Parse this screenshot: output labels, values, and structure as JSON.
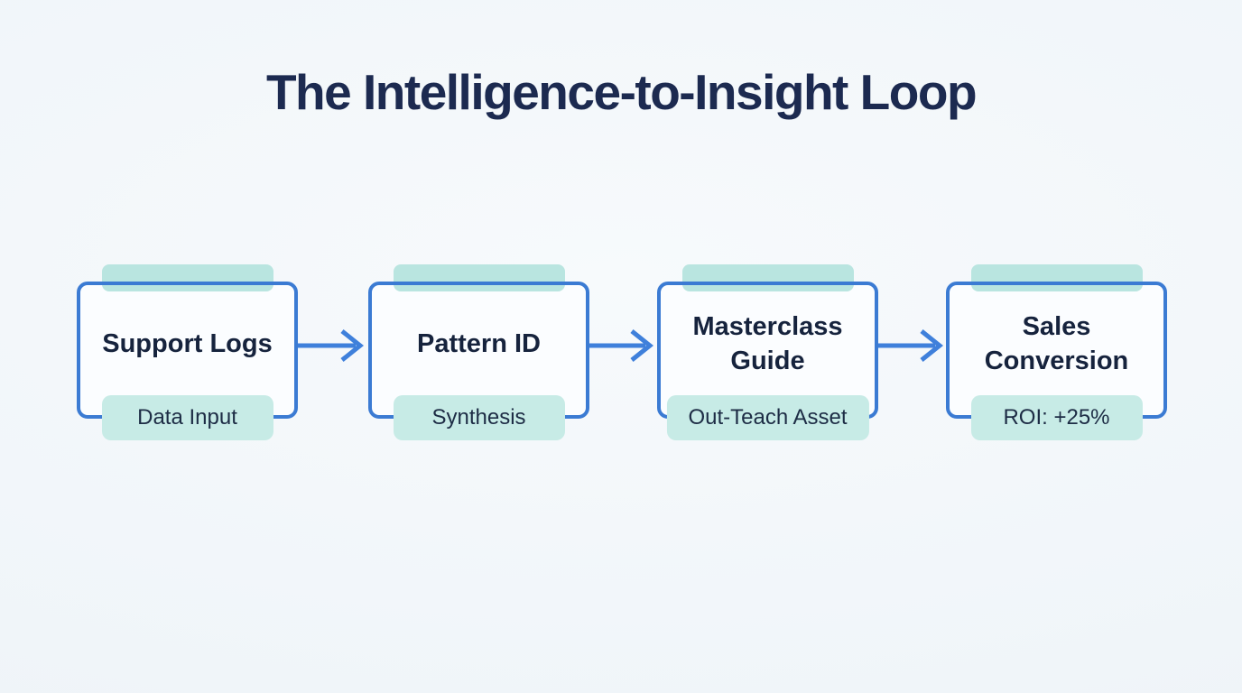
{
  "title": "The Intelligence-to-Insight Loop",
  "flow": {
    "direction": "left-to-right",
    "connector": "arrow",
    "nodes": [
      {
        "label": "Support Logs",
        "badge": "Data Input"
      },
      {
        "label": "Pattern ID",
        "badge": "Synthesis"
      },
      {
        "label": "Masterclass Guide",
        "badge": "Out-Teach Asset"
      },
      {
        "label": "Sales Conversion",
        "badge": "ROI: +25%"
      }
    ]
  },
  "colors": {
    "background": "#f2f6f9",
    "node_fill": "#fbfdff",
    "node_border": "#3b7bd3",
    "arrow": "#3f80db",
    "accent_top_bar": "#b9e5e0",
    "accent_badge": "#c7ebe6",
    "title_text": "#1c2a50",
    "label_text": "#16233d"
  }
}
